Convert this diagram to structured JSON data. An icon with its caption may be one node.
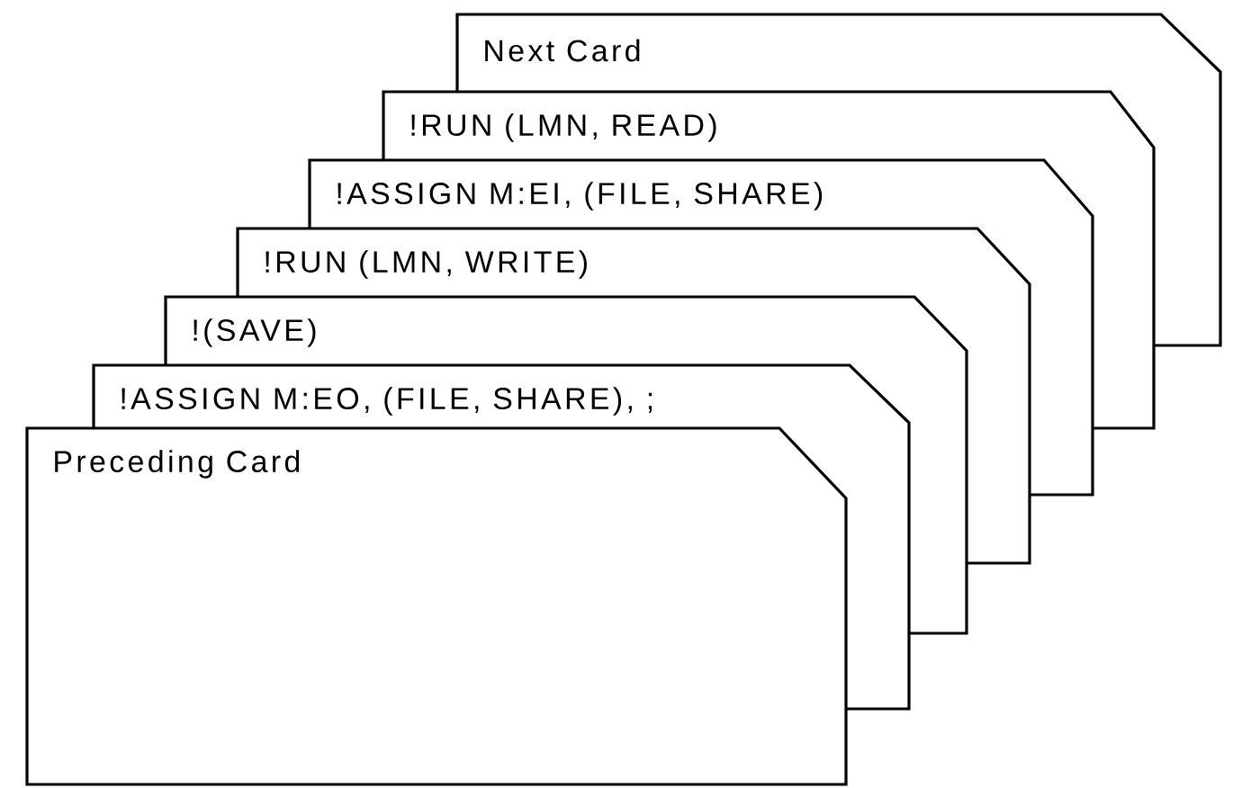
{
  "diagram": {
    "nodes": [
      {
        "text": [
          "Next Card"
        ]
      },
      {
        "text": [
          "!RUN (LMN, READ)"
        ]
      },
      {
        "text": [
          "!ASSIGN M:EI, (FILE, SHARE)"
        ]
      },
      {
        "text": [
          "!RUN (LMN, WRITE)"
        ]
      },
      {
        "text": [
          "!(SAVE)"
        ]
      },
      {
        "text": [
          "!ASSIGN M:EO, (FILE, SHARE), ;"
        ]
      },
      {
        "text": [
          "Preceding Card"
        ]
      }
    ]
  }
}
